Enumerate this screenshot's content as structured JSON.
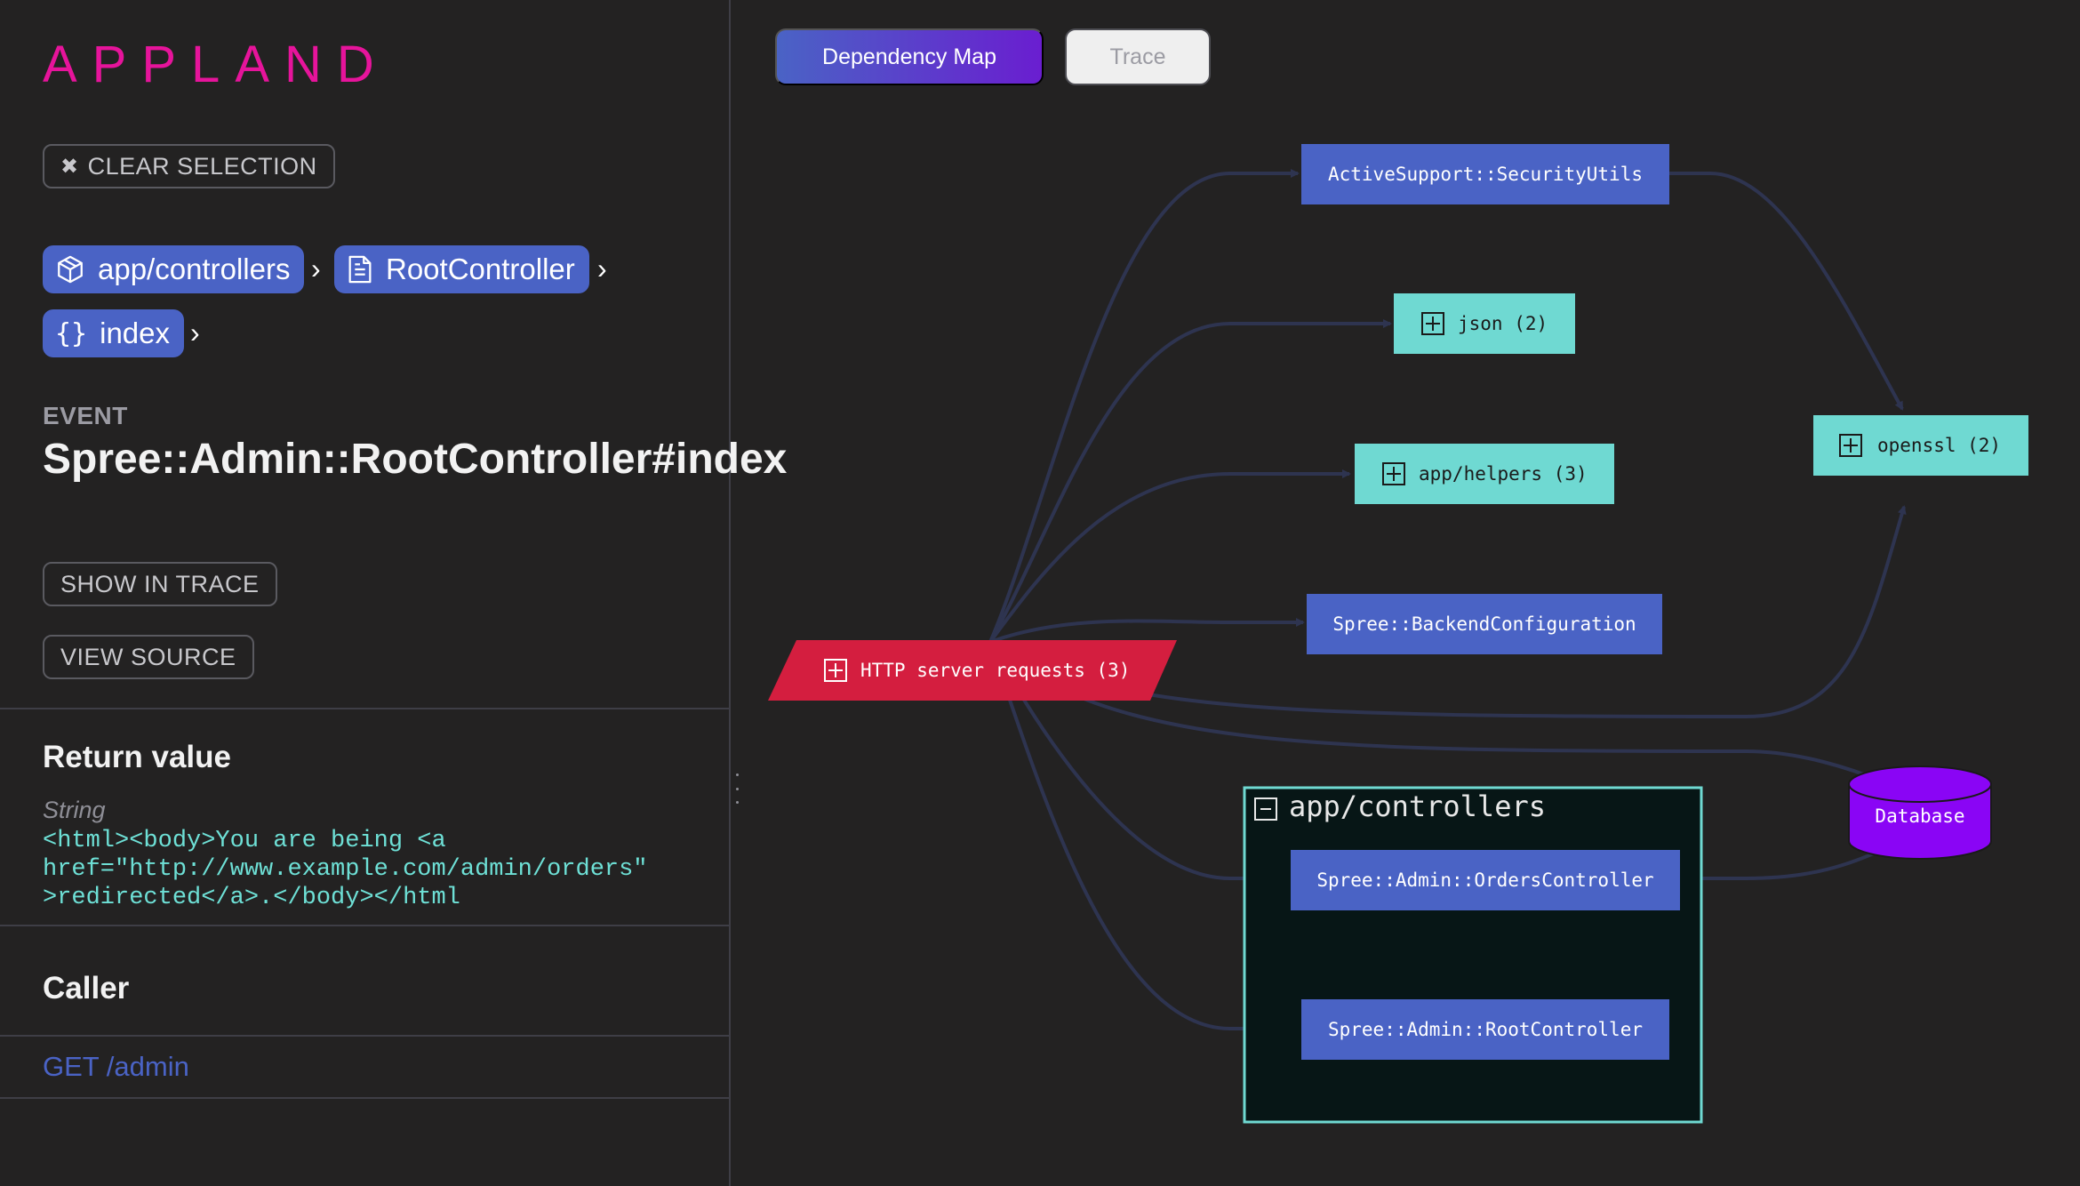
{
  "app": {
    "logo": "APPLAND"
  },
  "sidebar": {
    "clear_selection": "CLEAR SELECTION",
    "breadcrumbs": [
      {
        "label": "app/controllers",
        "icon": "package-icon"
      },
      {
        "label": "RootController",
        "icon": "class-file-icon"
      },
      {
        "label": "index",
        "icon": "braces-icon"
      }
    ],
    "breadcrumb_sep": "›",
    "event_label": "EVENT",
    "event_title": "Spree::Admin::RootController#index",
    "show_in_trace": "SHOW IN TRACE",
    "view_source": "VIEW SOURCE",
    "return_value": {
      "heading": "Return value",
      "type": "String",
      "line1": "<html><body>You are being <a",
      "line2": "href=\"http://www.example.com/admin/orders\"",
      "line3": ">redirected</a>.</body></html"
    },
    "caller": {
      "heading": "Caller",
      "link": "GET /admin"
    }
  },
  "tabs": [
    {
      "label": "Dependency Map",
      "active": true
    },
    {
      "label": "Trace",
      "active": false
    }
  ],
  "graph": {
    "nodes": {
      "security_utils": "ActiveSupport::SecurityUtils",
      "json": "json (2)",
      "app_helpers": "app/helpers (3)",
      "backend_config": "Spree::BackendConfiguration",
      "http": "HTTP server requests (3)",
      "openssl": "openssl (2)",
      "database": "Database",
      "cluster": "app/controllers",
      "orders_controller": "Spree::Admin::OrdersController",
      "root_controller": "Spree::Admin::RootController"
    },
    "colors": {
      "class_node": "#4a63c5",
      "package_node": "#6fd9d2",
      "http_node": "#d41e3f",
      "database_node": "#8a05f5",
      "edge": "#2e3450",
      "cluster_border": "#6fd9d2",
      "cluster_bg": "#071616"
    }
  }
}
